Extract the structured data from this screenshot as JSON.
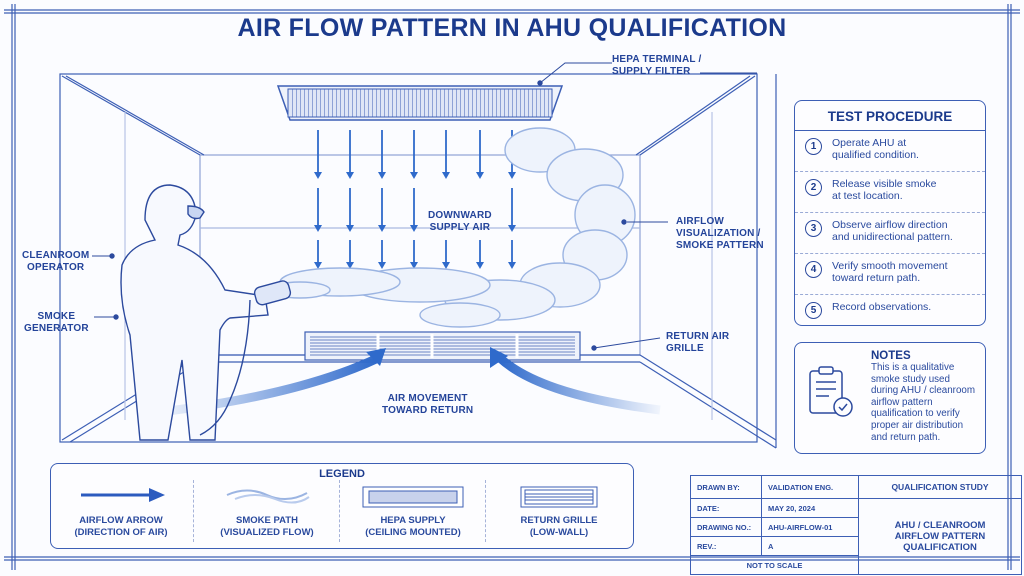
{
  "title": "AIR FLOW PATTERN IN AHU QUALIFICATION",
  "colors": {
    "primary": "#1b3a8c",
    "line": "#3d5fb5",
    "arrow": "#2f6acb",
    "smoke": "#9bb4e2",
    "background": "#fbfcff"
  },
  "callouts": {
    "hepa": [
      "HEPA TERMINAL /",
      "SUPPLY FILTER"
    ],
    "downward": [
      "DOWNWARD",
      "SUPPLY AIR"
    ],
    "smoke_pattern": [
      "AIRFLOW",
      "VISUALIZATION /",
      "SMOKE PATTERN"
    ],
    "return_grille": [
      "RETURN AIR",
      "GRILLE"
    ],
    "air_movement": [
      "AIR MOVEMENT",
      "TOWARD RETURN"
    ],
    "operator": [
      "CLEANROOM",
      "OPERATOR"
    ],
    "generator": [
      "SMOKE",
      "GENERATOR"
    ]
  },
  "procedure": {
    "heading": "TEST PROCEDURE",
    "steps": [
      {
        "num": "1",
        "text": [
          "Operate AHU at",
          "qualified condition."
        ]
      },
      {
        "num": "2",
        "text": [
          "Release visible smoke",
          "at test location."
        ]
      },
      {
        "num": "3",
        "text": [
          "Observe airflow direction",
          "and unidirectional pattern."
        ]
      },
      {
        "num": "4",
        "text": [
          "Verify smooth movement",
          "toward return path."
        ]
      },
      {
        "num": "5",
        "text": [
          "Record observations.",
          ""
        ]
      }
    ]
  },
  "notes": {
    "icon": "clipboard-check-icon",
    "heading": "NOTES",
    "text": "This is a qualitative smoke study used during AHU / cleanroom airflow pattern qualification to verify proper air distribution and return path."
  },
  "legend": {
    "heading": "LEGEND",
    "items": [
      {
        "icon": "arrow-right-icon",
        "label": [
          "AIRFLOW ARROW",
          "(DIRECTION OF AIR)"
        ]
      },
      {
        "icon": "smoke-wave-icon",
        "label": [
          "SMOKE PATH",
          "(VISUALIZED FLOW)"
        ]
      },
      {
        "icon": "hepa-filter-icon",
        "label": [
          "HEPA SUPPLY",
          "(CEILING MOUNTED)"
        ]
      },
      {
        "icon": "return-grille-icon",
        "label": [
          "RETURN GRILLE",
          "(LOW-WALL)"
        ]
      }
    ]
  },
  "title_block": {
    "rows": [
      {
        "key": "DRAWN BY:",
        "value": "VALIDATION ENG."
      },
      {
        "key": "DATE:",
        "value": "MAY 20, 2024"
      },
      {
        "key": "DRAWING NO.:",
        "value": "AHU-AIRFLOW-01"
      },
      {
        "key": "REV.:",
        "value": "A"
      }
    ],
    "scale_note": "NOT TO SCALE",
    "study_label": "QUALIFICATION STUDY",
    "study_title": [
      "AHU / CLEANROOM",
      "AIRFLOW PATTERN",
      "QUALIFICATION"
    ]
  }
}
